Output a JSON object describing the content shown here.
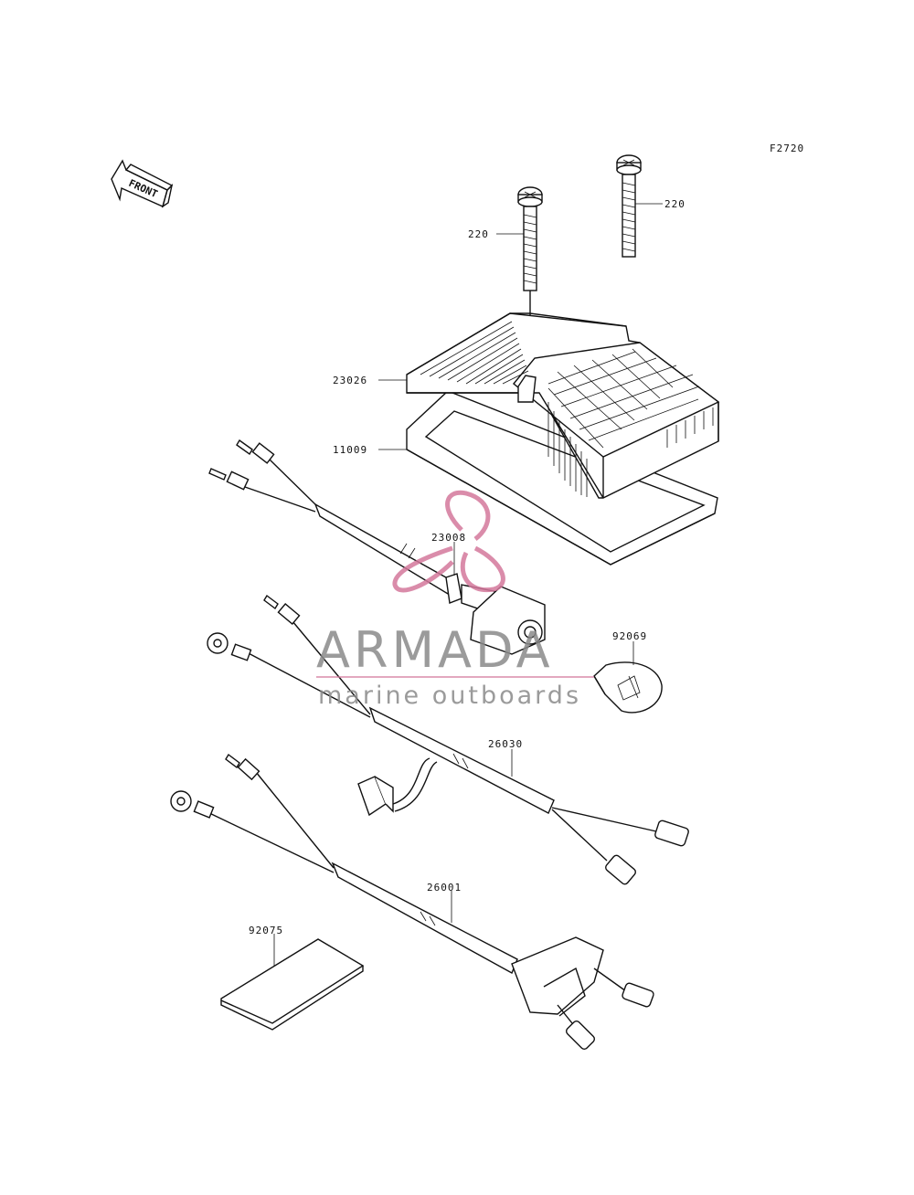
{
  "figure_code": "F2720",
  "front_label": "FRONT",
  "parts": [
    {
      "id": "bolt-left",
      "number": "220"
    },
    {
      "id": "bolt-right",
      "number": "220"
    },
    {
      "id": "lens",
      "number": "23026"
    },
    {
      "id": "gasket",
      "number": "11009"
    },
    {
      "id": "socket",
      "number": "23008"
    },
    {
      "id": "bulb",
      "number": "92069"
    },
    {
      "id": "harness-upper",
      "number": "26030"
    },
    {
      "id": "harness-lower",
      "number": "26001"
    },
    {
      "id": "pad",
      "number": "92075"
    }
  ],
  "watermark": {
    "title": "ARMADA",
    "subtitle": "marine outboards",
    "color": "#d4789c"
  }
}
